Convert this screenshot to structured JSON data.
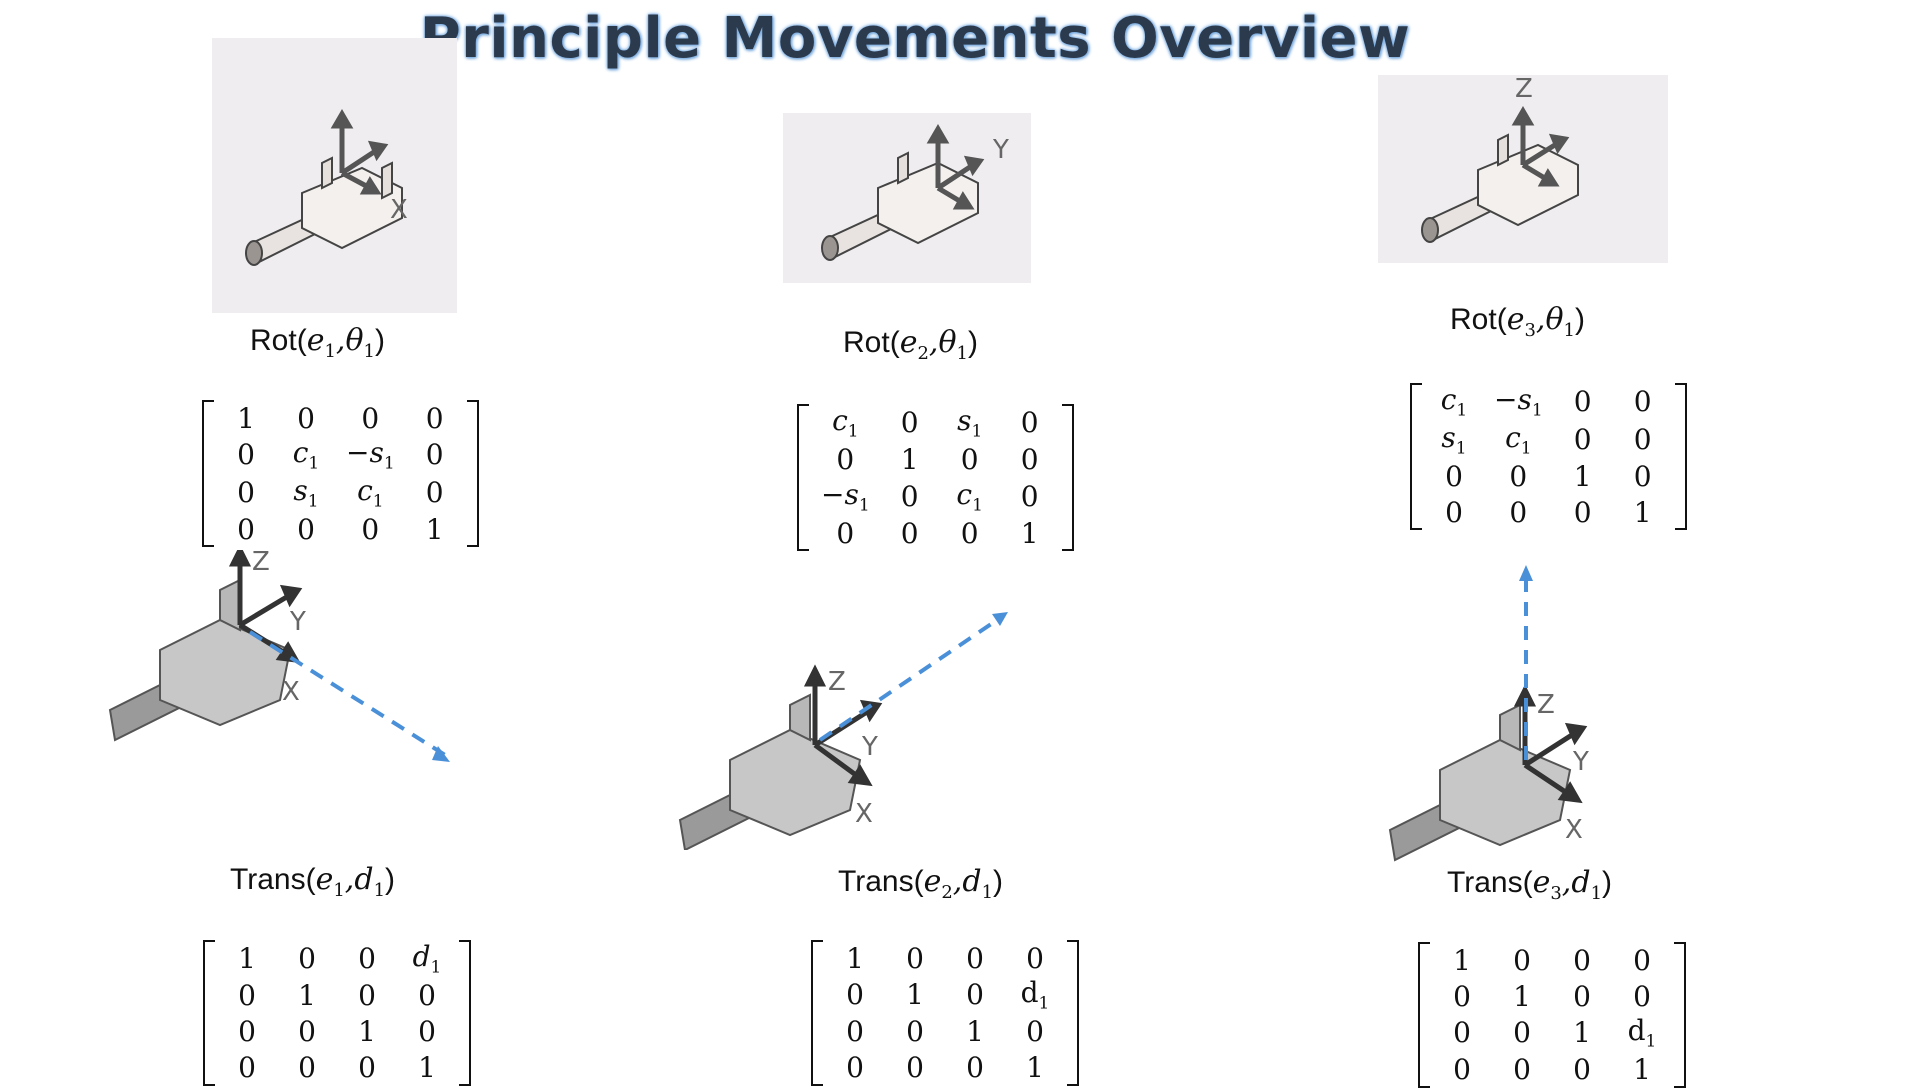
{
  "title": "Principle Movements Overview",
  "columns": [
    {
      "rot_caption": {
        "prefix": "Rot",
        "e": "e",
        "e_sub": "1",
        "sep": ",",
        "p": "θ",
        "p_sub": "1"
      },
      "rot_axis_label": "X",
      "rot_matrix": [
        [
          {
            "t": "1"
          },
          {
            "t": "0"
          },
          {
            "t": "0"
          },
          {
            "t": "0"
          }
        ],
        [
          {
            "t": "0"
          },
          {
            "v": "c",
            "s": "1"
          },
          {
            "v": "−s",
            "s": "1"
          },
          {
            "t": "0"
          }
        ],
        [
          {
            "t": "0"
          },
          {
            "v": "s",
            "s": "1"
          },
          {
            "v": "c",
            "s": "1"
          },
          {
            "t": "0"
          }
        ],
        [
          {
            "t": "0"
          },
          {
            "t": "0"
          },
          {
            "t": "0"
          },
          {
            "t": "1"
          }
        ]
      ],
      "trans_caption": {
        "prefix": "Trans",
        "e": "e",
        "e_sub": "1",
        "sep": ",",
        "p": "d",
        "p_sub": "1"
      },
      "trans_axis_labels": {
        "z": "Z",
        "y": "Y",
        "x": "X"
      },
      "trans_matrix": [
        [
          {
            "t": "1"
          },
          {
            "t": "0"
          },
          {
            "t": "0"
          },
          {
            "v": "d",
            "s": "1"
          }
        ],
        [
          {
            "t": "0"
          },
          {
            "t": "1"
          },
          {
            "t": "0"
          },
          {
            "t": "0"
          }
        ],
        [
          {
            "t": "0"
          },
          {
            "t": "0"
          },
          {
            "t": "1"
          },
          {
            "t": "0"
          }
        ],
        [
          {
            "t": "0"
          },
          {
            "t": "0"
          },
          {
            "t": "0"
          },
          {
            "t": "1"
          }
        ]
      ]
    },
    {
      "rot_caption": {
        "prefix": "Rot",
        "e": "e",
        "e_sub": "2",
        "sep": ",",
        "p": "θ",
        "p_sub": "1"
      },
      "rot_axis_label": "Y",
      "rot_matrix": [
        [
          {
            "v": "c",
            "s": "1"
          },
          {
            "t": "0"
          },
          {
            "v": "s",
            "s": "1"
          },
          {
            "t": "0"
          }
        ],
        [
          {
            "t": "0"
          },
          {
            "t": "1"
          },
          {
            "t": "0"
          },
          {
            "t": "0"
          }
        ],
        [
          {
            "v": "−s",
            "s": "1"
          },
          {
            "t": "0"
          },
          {
            "v": "c",
            "s": "1"
          },
          {
            "t": "0"
          }
        ],
        [
          {
            "t": "0"
          },
          {
            "t": "0"
          },
          {
            "t": "0"
          },
          {
            "t": "1"
          }
        ]
      ],
      "trans_caption": {
        "prefix": "Trans",
        "e": "e",
        "e_sub": "2",
        "sep": ",",
        "p": "d",
        "p_sub": "1"
      },
      "trans_axis_labels": {
        "z": "Z",
        "y": "Y",
        "x": "X"
      },
      "trans_matrix": [
        [
          {
            "t": "1"
          },
          {
            "t": "0"
          },
          {
            "t": "0"
          },
          {
            "t": "0"
          }
        ],
        [
          {
            "t": "0"
          },
          {
            "t": "1"
          },
          {
            "t": "0"
          },
          {
            "u": "d",
            "s": "1"
          }
        ],
        [
          {
            "t": "0"
          },
          {
            "t": "0"
          },
          {
            "t": "1"
          },
          {
            "t": "0"
          }
        ],
        [
          {
            "t": "0"
          },
          {
            "t": "0"
          },
          {
            "t": "0"
          },
          {
            "t": "1"
          }
        ]
      ]
    },
    {
      "rot_caption": {
        "prefix": "Rot",
        "e": "e",
        "e_sub": "3",
        "sep": ",",
        "p": "θ",
        "p_sub": "1"
      },
      "rot_axis_label": "Z",
      "rot_matrix": [
        [
          {
            "v": "c",
            "s": "1"
          },
          {
            "v": "−s",
            "s": "1"
          },
          {
            "t": "0"
          },
          {
            "t": "0"
          }
        ],
        [
          {
            "v": "s",
            "s": "1"
          },
          {
            "v": "c",
            "s": "1"
          },
          {
            "t": "0"
          },
          {
            "t": "0"
          }
        ],
        [
          {
            "t": "0"
          },
          {
            "t": "0"
          },
          {
            "t": "1"
          },
          {
            "t": "0"
          }
        ],
        [
          {
            "t": "0"
          },
          {
            "t": "0"
          },
          {
            "t": "0"
          },
          {
            "t": "1"
          }
        ]
      ],
      "trans_caption": {
        "prefix": "Trans",
        "e": "e",
        "e_sub": "3",
        "sep": ",",
        "p": "d",
        "p_sub": "1"
      },
      "trans_axis_labels": {
        "z": "Z",
        "y": "Y",
        "x": "X"
      },
      "trans_matrix": [
        [
          {
            "t": "1"
          },
          {
            "t": "0"
          },
          {
            "t": "0"
          },
          {
            "t": "0"
          }
        ],
        [
          {
            "t": "0"
          },
          {
            "t": "1"
          },
          {
            "t": "0"
          },
          {
            "t": "0"
          }
        ],
        [
          {
            "t": "0"
          },
          {
            "t": "0"
          },
          {
            "t": "1"
          },
          {
            "u": "d",
            "s": "1"
          }
        ],
        [
          {
            "t": "0"
          },
          {
            "t": "0"
          },
          {
            "t": "0"
          },
          {
            "t": "1"
          }
        ]
      ]
    }
  ],
  "colors": {
    "arrow_blue": "#4a90d9",
    "axis_dark": "#333333",
    "thumb_bg": "#efedef"
  },
  "icons": [
    "l-bracket-part-icon",
    "coordinate-axes-icon",
    "translation-direction-arrow-icon"
  ]
}
